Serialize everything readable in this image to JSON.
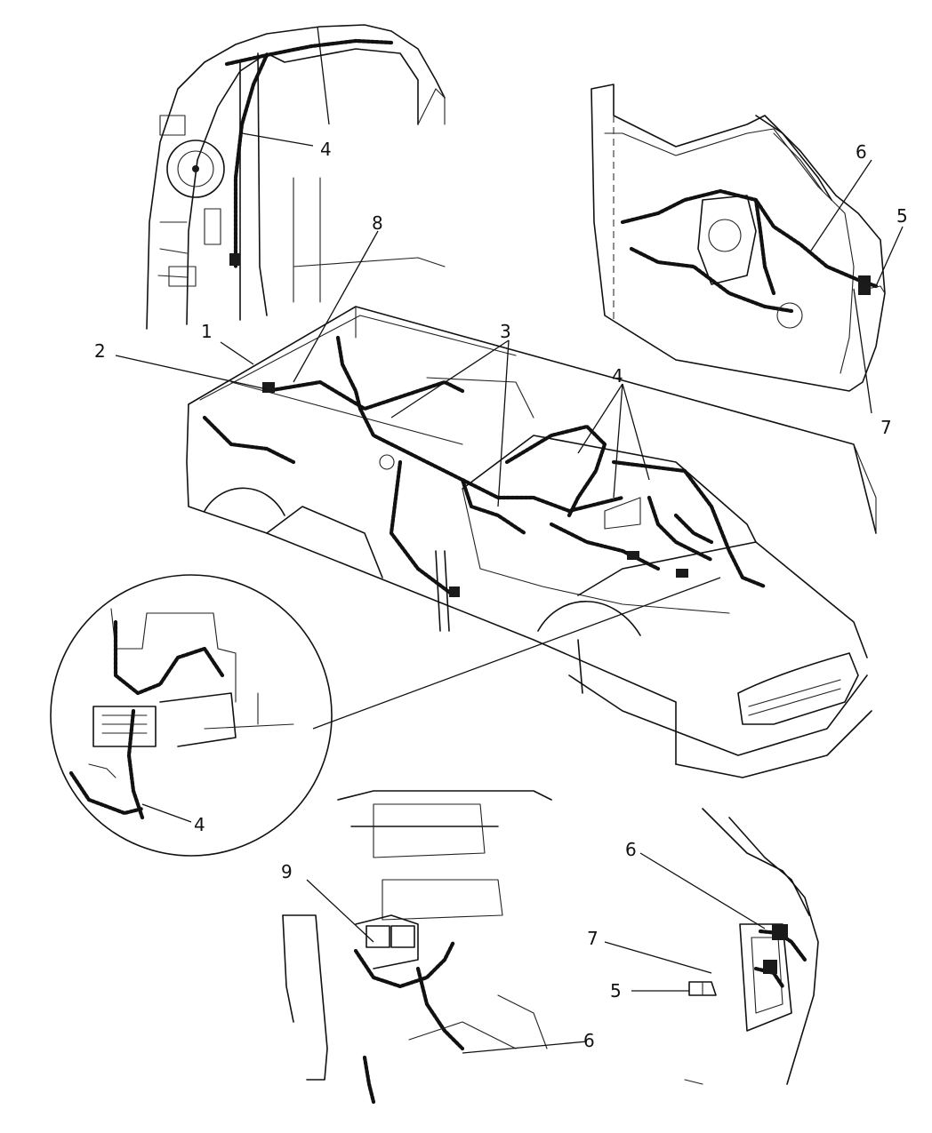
{
  "callouts": [
    {
      "id": "c1",
      "text": "1"
    },
    {
      "id": "c2",
      "text": "2"
    },
    {
      "id": "c3",
      "text": "3"
    },
    {
      "id": "c4a",
      "text": "4"
    },
    {
      "id": "c4b",
      "text": "4"
    },
    {
      "id": "c4c",
      "text": "4"
    },
    {
      "id": "c5a",
      "text": "5"
    },
    {
      "id": "c5b",
      "text": "5"
    },
    {
      "id": "c6a",
      "text": "6"
    },
    {
      "id": "c6b",
      "text": "6"
    },
    {
      "id": "c6c",
      "text": "6"
    },
    {
      "id": "c7a",
      "text": "7"
    },
    {
      "id": "c7b",
      "text": "7"
    },
    {
      "id": "c8",
      "text": "8"
    },
    {
      "id": "c9",
      "text": "9"
    }
  ]
}
